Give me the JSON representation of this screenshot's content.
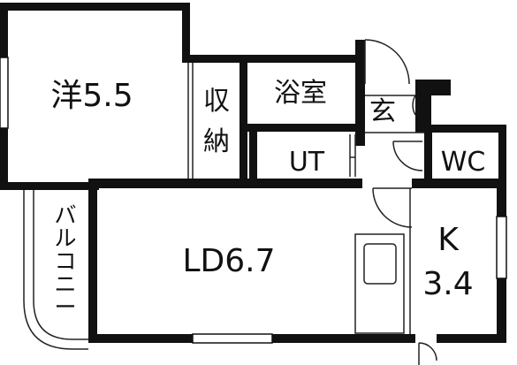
{
  "rooms": {
    "western_room": "洋5.5",
    "storage": [
      "収",
      "納"
    ],
    "bath": "浴室",
    "entrance": "玄",
    "utility": "UT",
    "toilet": "WC",
    "living_dining": "LD6.7",
    "kitchen_letter": "K",
    "kitchen_size": "3.4",
    "balcony": [
      "バ",
      "ル",
      "コ",
      "ニ",
      "ー"
    ]
  },
  "colors": {
    "wall": "#111111",
    "background": "#ffffff",
    "line": "#222222"
  }
}
